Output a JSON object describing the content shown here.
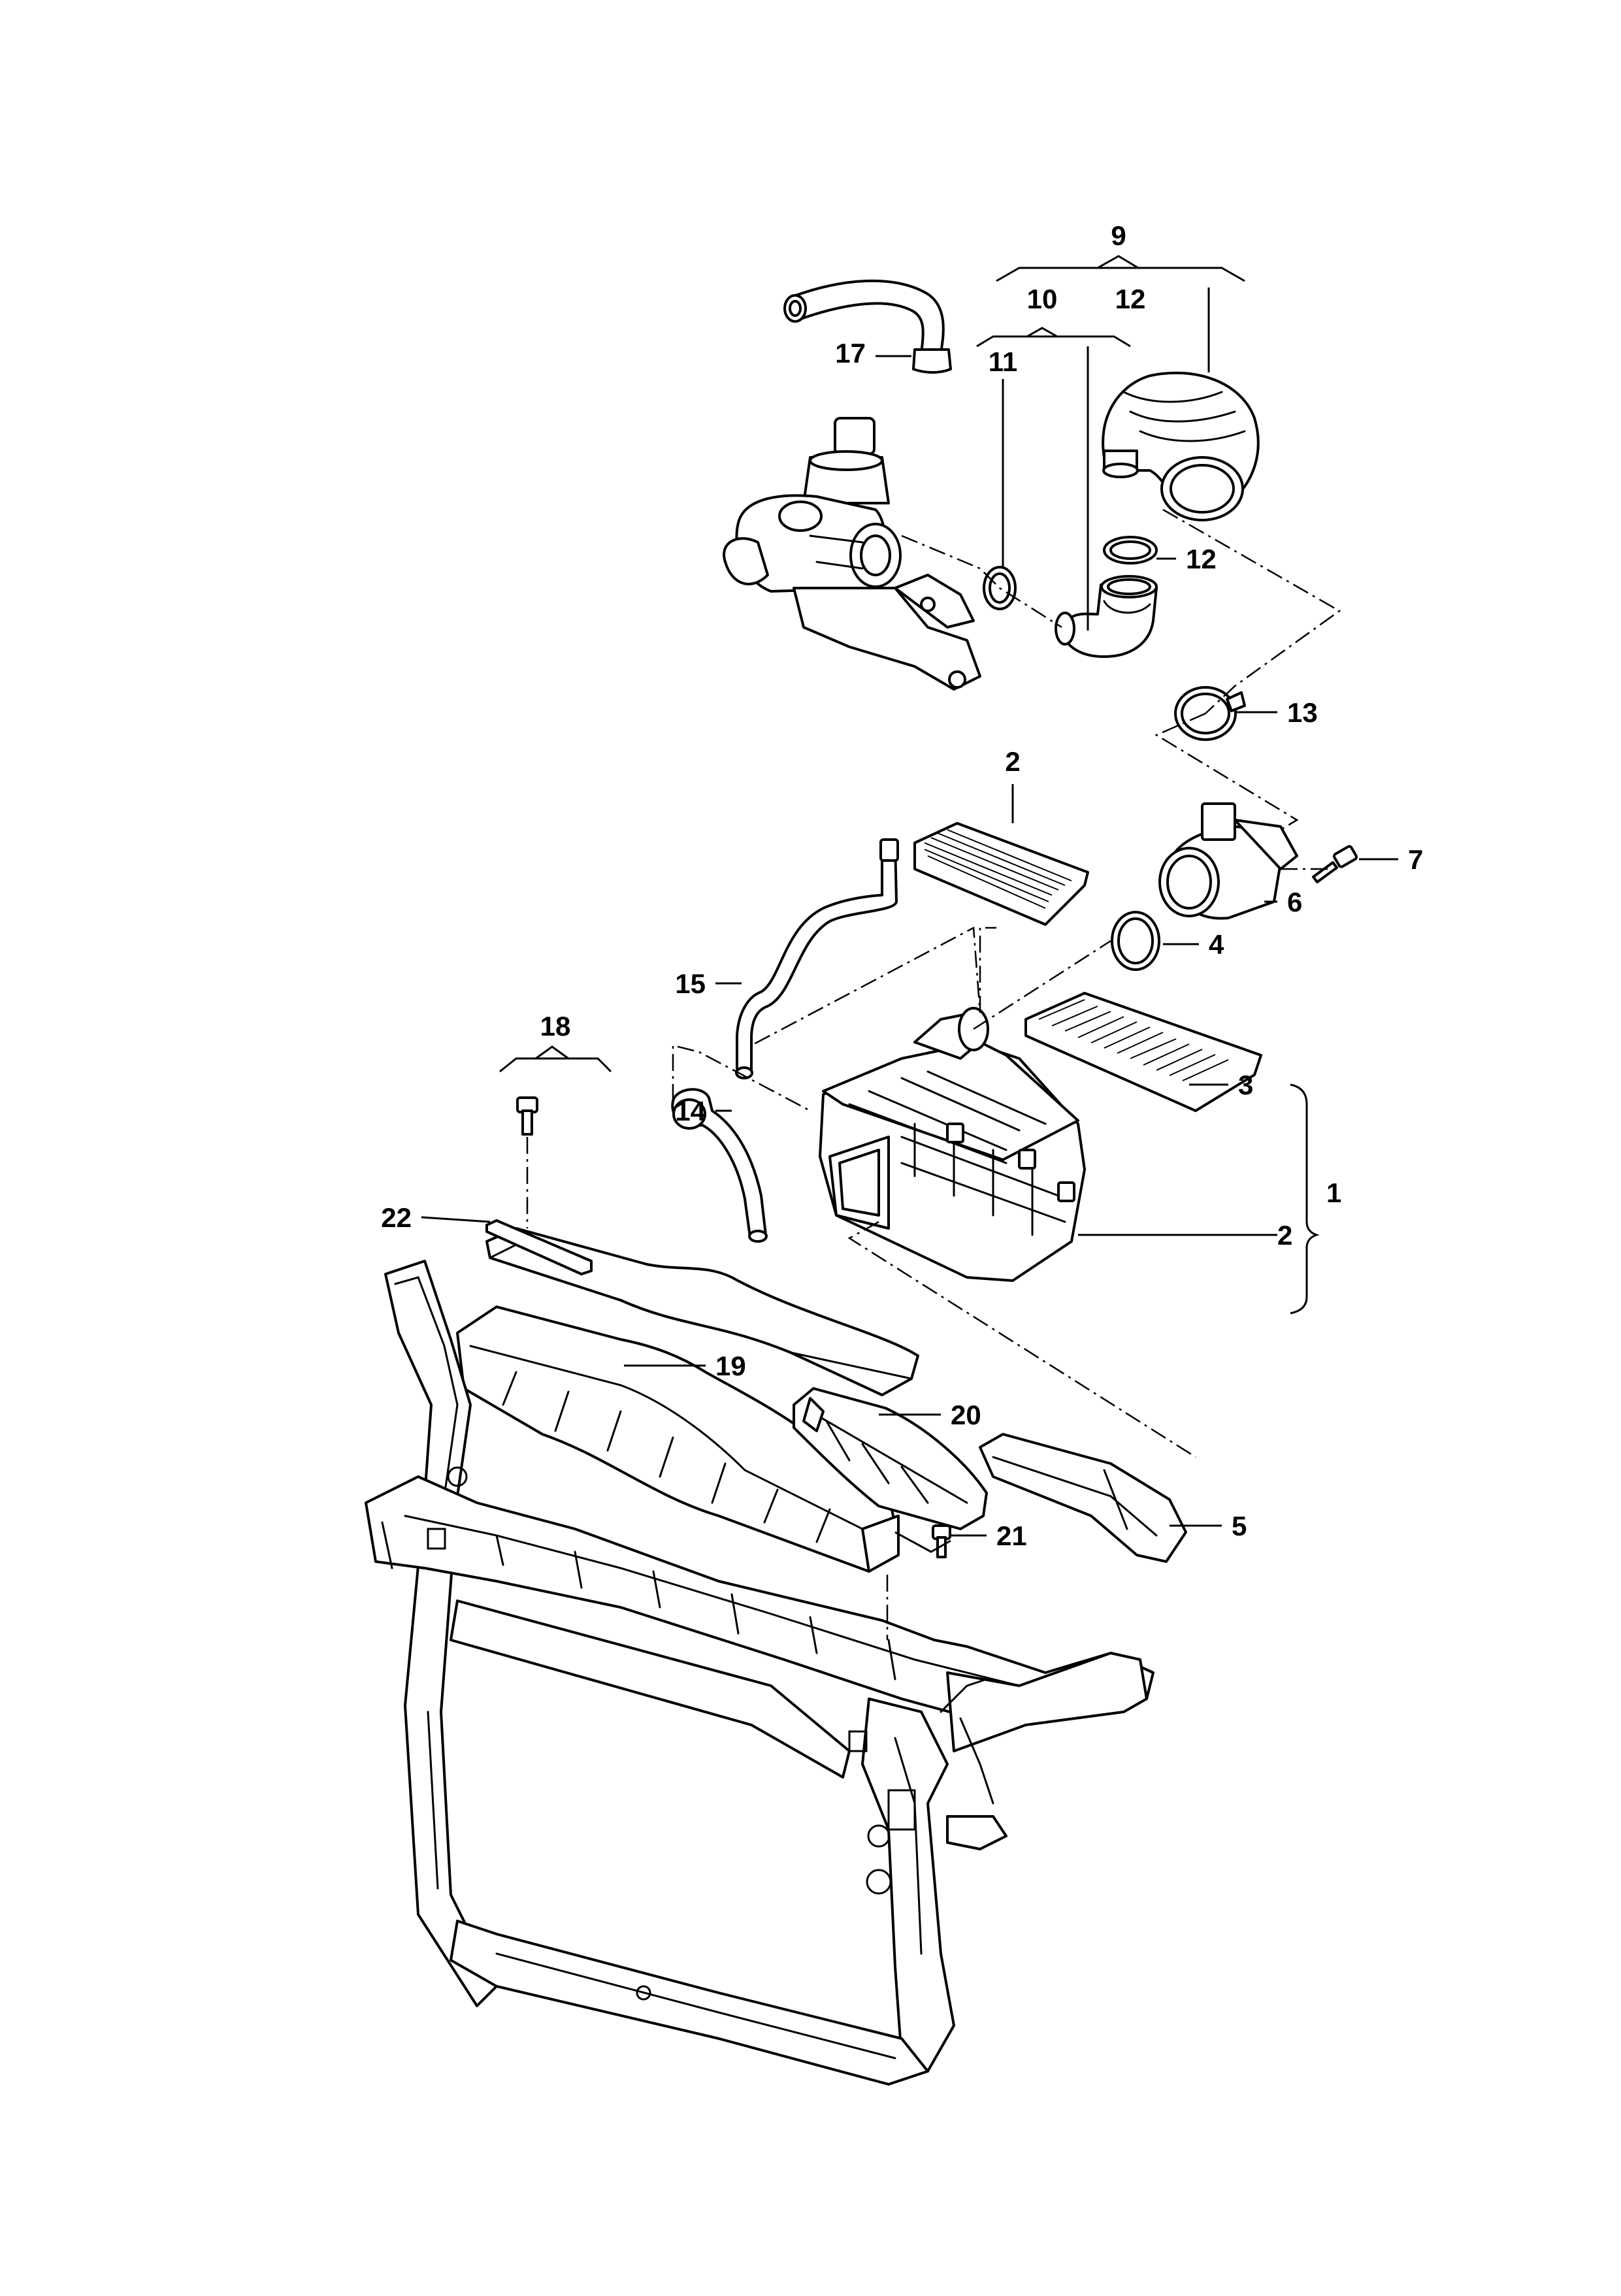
{
  "callouts": {
    "c1": "1",
    "c2_filter": "2",
    "c2_box": "2",
    "c3": "3",
    "c4": "4",
    "c5": "5",
    "c6": "6",
    "c7": "7",
    "c9": "9",
    "c10": "10",
    "c11": "11",
    "c12_top": "12",
    "c12_clamp": "12",
    "c13": "13",
    "c14": "14",
    "c15": "15",
    "c17": "17",
    "c18": "18",
    "c19": "19",
    "c20": "20",
    "c21": "21",
    "c22": "22"
  }
}
